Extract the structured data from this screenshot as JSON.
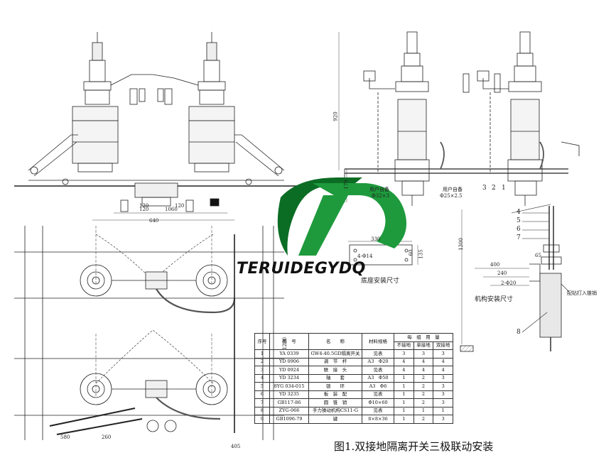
{
  "logo": {
    "text": "TERUIDEGYDQ",
    "green": "#1e9a3c",
    "dark": "#0b6d24"
  },
  "caption": "图1.双接地隔离开关三极联动安装",
  "colors": {
    "line": "#222222",
    "dim": "#444444",
    "fill": "#d9d9d9"
  },
  "left_view_dims": {
    "d1060": "1060",
    "d120a": "120",
    "d120b": "120",
    "d120c": "120",
    "d640": "640",
    "d1200": "1200",
    "d405": "405",
    "d580": "580",
    "d260": "260"
  },
  "right_view_dims": {
    "d920": "920",
    "d170": "170",
    "d1300": "1300",
    "d400": "400",
    "d240": "240",
    "d2phi20": "2-Φ20",
    "d65": "65",
    "d330": "330",
    "d4phi14": "4-Φ14",
    "d135": "135",
    "d60": "60"
  },
  "right_view_texts": {
    "user_pipe1": "用户自备",
    "user_pipe1_spec": "Φ32×3",
    "user_pipe2": "用户自备",
    "user_pipe2_spec": "Φ25×2.5",
    "base_install": "底座安装尺寸",
    "mech_install": "机构安装尺寸",
    "drill_pin": "配钻打入锥销"
  },
  "part_numbers": [
    "1",
    "2",
    "3",
    "4",
    "5",
    "6",
    "7",
    "8"
  ],
  "bom": {
    "headers": {
      "seq": "序号",
      "drawing": "图　号",
      "name": "名　　称",
      "material": "材料规格",
      "per_group": "每　组　用　量",
      "none": "不接地",
      "single": "单接地",
      "double": "双接地"
    },
    "rows": [
      {
        "seq": "1",
        "drawing": "YA 0339",
        "name": "GW4-40.5GD隔离开关",
        "material": "见表",
        "none": "3",
        "single": "3",
        "double": "3"
      },
      {
        "seq": "2",
        "drawing": "YD 0906",
        "name": "调　节　杆",
        "material": "A3　Φ20",
        "none": "4",
        "single": "4",
        "double": "4"
      },
      {
        "seq": "3",
        "drawing": "YD 0924",
        "name": "联　接　头",
        "material": "见表",
        "none": "4",
        "single": "4",
        "double": "4"
      },
      {
        "seq": "4",
        "drawing": "YD 3234",
        "name": "轴　　套",
        "material": "A3　Φ50",
        "none": "1",
        "single": "2",
        "double": "3"
      },
      {
        "seq": "5",
        "drawing": "8YG 034-015",
        "name": "锁　　环",
        "material": "A3　Φ6",
        "none": "1",
        "single": "2",
        "double": "3"
      },
      {
        "seq": "6",
        "drawing": "YD 3235",
        "name": "板　装　配",
        "material": "见表",
        "none": "1",
        "single": "2",
        "double": "3"
      },
      {
        "seq": "7",
        "drawing": "GB117-86",
        "name": "圆　锥　销",
        "material": "Φ10×60",
        "none": "1",
        "single": "2",
        "double": "3"
      },
      {
        "seq": "8",
        "drawing": "ZYG-066",
        "name": "手力操动机构CS11-G",
        "material": "见表",
        "none": "1",
        "single": "1",
        "double": "1"
      },
      {
        "seq": "9",
        "drawing": "GB1096-79",
        "name": "键",
        "material": "8×8×36",
        "none": "1",
        "single": "2",
        "double": "3"
      }
    ]
  }
}
